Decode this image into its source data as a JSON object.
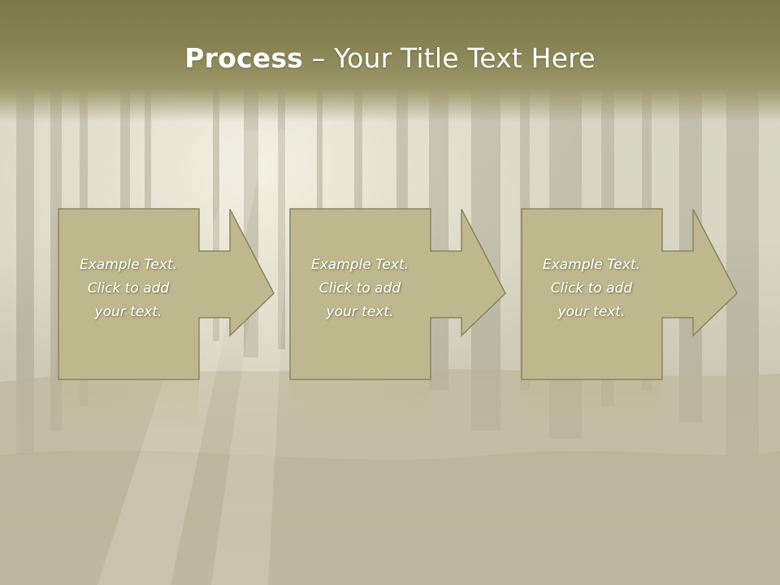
{
  "slide": {
    "title_bold": "Process",
    "title_rest": " – Your Title Text Here"
  },
  "steps": [
    {
      "text": "Example Text.\nClick  to add\nyour text."
    },
    {
      "text": "Example Text.\nClick  to add\nyour text."
    },
    {
      "text": "Example Text.\nClick  to add\nyour text."
    }
  ],
  "colors": {
    "title_band": "#8b8656",
    "shape_fill": "#bdb88d",
    "shape_stroke": "#8a8562",
    "text": "#ffffff"
  },
  "icons": [
    "right-arrow-icon"
  ]
}
